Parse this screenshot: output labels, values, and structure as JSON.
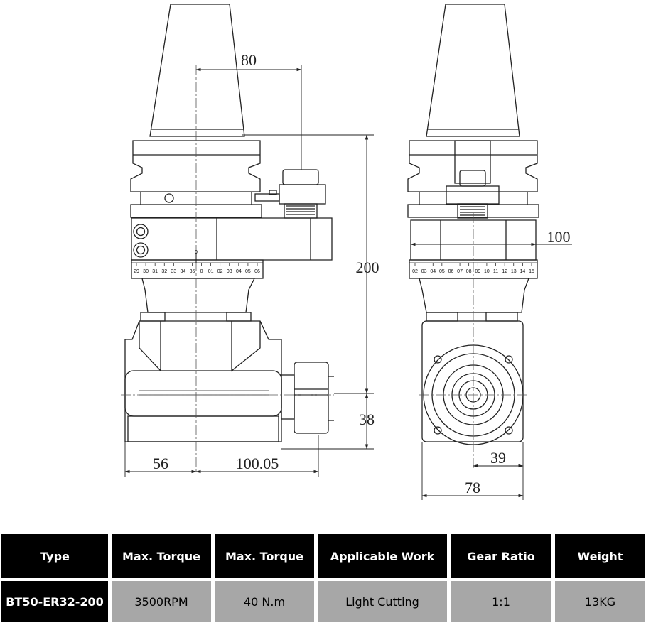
{
  "dimensions": {
    "d80": "80",
    "d200": "200",
    "d38": "38",
    "d56": "56",
    "d100_05": "100.05",
    "d100": "100",
    "d39": "39",
    "d78": "78"
  },
  "scale_left": [
    "29",
    "30",
    "31",
    "32",
    "33",
    "34",
    "35",
    "0",
    "01",
    "02",
    "03",
    "04",
    "05",
    "06"
  ],
  "scale_right": [
    "02",
    "03",
    "04",
    "05",
    "06",
    "07",
    "08",
    "09",
    "10",
    "11",
    "12",
    "13",
    "14",
    "15"
  ],
  "scale_zero_mark": "0",
  "table": {
    "headers": [
      "Type",
      "Max. Torque",
      "Max. Torque",
      "Applicable Work",
      "Gear Ratio",
      "Weight"
    ],
    "row": [
      "BT50-ER32-200",
      "3500RPM",
      "40 N.m",
      "Light Cutting",
      "1:1",
      "13KG"
    ]
  }
}
